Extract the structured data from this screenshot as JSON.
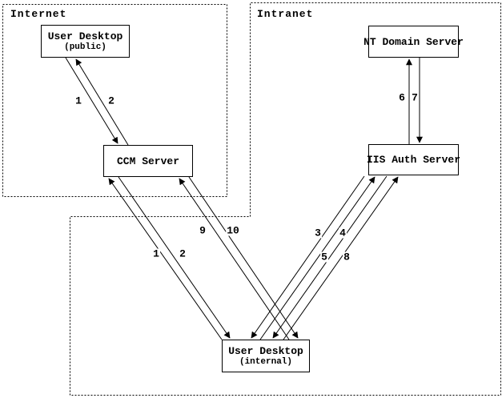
{
  "diagram": {
    "zones": {
      "internet": {
        "label": "Internet"
      },
      "intranet": {
        "label": "Intranet"
      }
    },
    "nodes": {
      "user_desktop_public": {
        "title": "User Desktop",
        "subtitle": "(public)"
      },
      "ccm_server": {
        "title": "CCM Server"
      },
      "nt_domain_server": {
        "title": "NT Domain Server"
      },
      "iis_auth_server": {
        "title": "IIS Auth Server"
      },
      "user_desktop_internal": {
        "title": "User Desktop",
        "subtitle": "(internal)"
      }
    },
    "flow_labels": {
      "public_ccm_1": "1",
      "public_ccm_2": "2",
      "internal_ccm_1": "1",
      "internal_ccm_2": "2",
      "internal_ccm_9": "9",
      "internal_ccm_10": "10",
      "internal_iis_3": "3",
      "internal_iis_4": "4",
      "internal_iis_5": "5",
      "internal_iis_8": "8",
      "iis_nt_6": "6",
      "iis_nt_7": "7"
    },
    "colors": {
      "line": "#000000",
      "background": "#ffffff"
    }
  }
}
